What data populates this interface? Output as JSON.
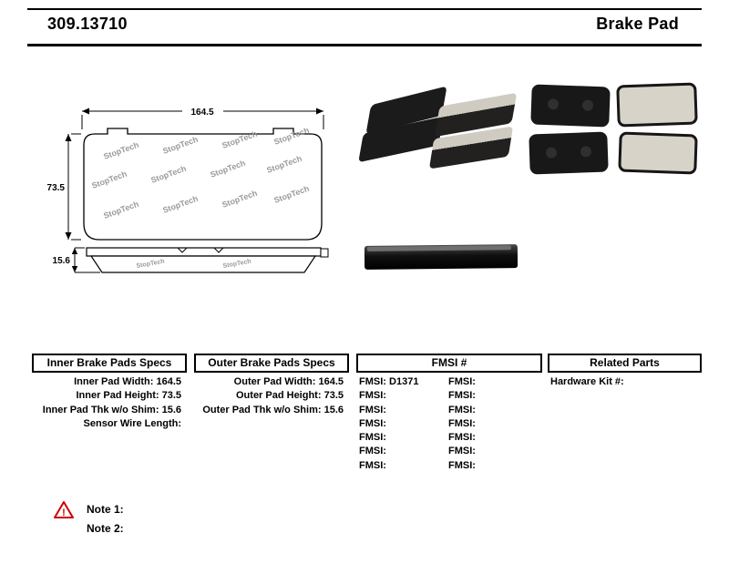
{
  "header": {
    "part_number": "309.13710",
    "product_type": "Brake Pad"
  },
  "diagram": {
    "watermark": "StopTech",
    "front": {
      "width_label": "164.5",
      "height_label": "73.5"
    },
    "side": {
      "thickness_label": "15.6"
    }
  },
  "spec_tables": {
    "inner": {
      "title": "Inner Brake Pads Specs",
      "rows": [
        {
          "label": "Inner Pad Width:",
          "value": "164.5"
        },
        {
          "label": "Inner Pad Height:",
          "value": "73.5"
        },
        {
          "label": "Inner Pad Thk w/o Shim:",
          "value": "15.6"
        },
        {
          "label": "Sensor Wire Length:",
          "value": ""
        }
      ]
    },
    "outer": {
      "title": "Outer Brake Pads Specs",
      "rows": [
        {
          "label": "Outer Pad Width:",
          "value": "164.5"
        },
        {
          "label": "Outer Pad Height:",
          "value": "73.5"
        },
        {
          "label": "Outer Pad Thk w/o Shim:",
          "value": "15.6"
        }
      ]
    },
    "fmsi": {
      "title": "FMSI #",
      "left_rows": [
        {
          "label": "FMSI:",
          "value": "D1371"
        },
        {
          "label": "FMSI:",
          "value": ""
        },
        {
          "label": "FMSI:",
          "value": ""
        },
        {
          "label": "FMSI:",
          "value": ""
        },
        {
          "label": "FMSI:",
          "value": ""
        },
        {
          "label": "FMSI:",
          "value": ""
        },
        {
          "label": "FMSI:",
          "value": ""
        }
      ],
      "right_rows": [
        {
          "label": "FMSI:",
          "value": ""
        },
        {
          "label": "FMSI:",
          "value": ""
        },
        {
          "label": "FMSI:",
          "value": ""
        },
        {
          "label": "FMSI:",
          "value": ""
        },
        {
          "label": "FMSI:",
          "value": ""
        },
        {
          "label": "FMSI:",
          "value": ""
        },
        {
          "label": "FMSI:",
          "value": ""
        }
      ]
    },
    "related": {
      "title": "Related Parts",
      "rows": [
        {
          "label": "Hardware Kit #:",
          "value": ""
        }
      ]
    }
  },
  "notes": {
    "warning_glyph": "!",
    "items": [
      {
        "label": "Note 1:"
      },
      {
        "label": "Note 2:"
      }
    ]
  }
}
